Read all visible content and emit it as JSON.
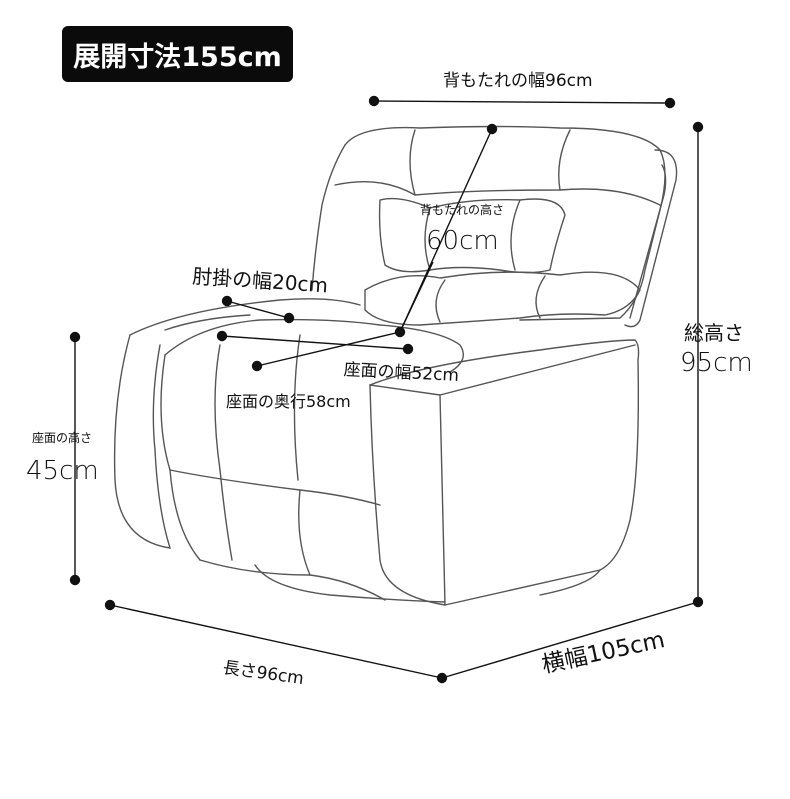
{
  "badge": {
    "text": "展開寸法155cm"
  },
  "labels": {
    "backrest_width": "背もたれの幅96cm",
    "backrest_height_caption": "背もたれの高さ",
    "backrest_height_value": "60cm",
    "armrest_width": "肘掛の幅20cm",
    "seat_width": "座面の幅52cm",
    "seat_depth": "座面の奥行58cm",
    "seat_height_caption": "座面の高さ",
    "seat_height_value": "45cm",
    "total_height_caption": "総高さ",
    "total_height_value": "95cm",
    "length": "長さ96cm",
    "width": "横幅105cm"
  },
  "colors": {
    "ink": "#111111",
    "badge_bg": "#0b0b0b",
    "badge_text": "#ffffff",
    "sofa_stroke": "#555555"
  }
}
